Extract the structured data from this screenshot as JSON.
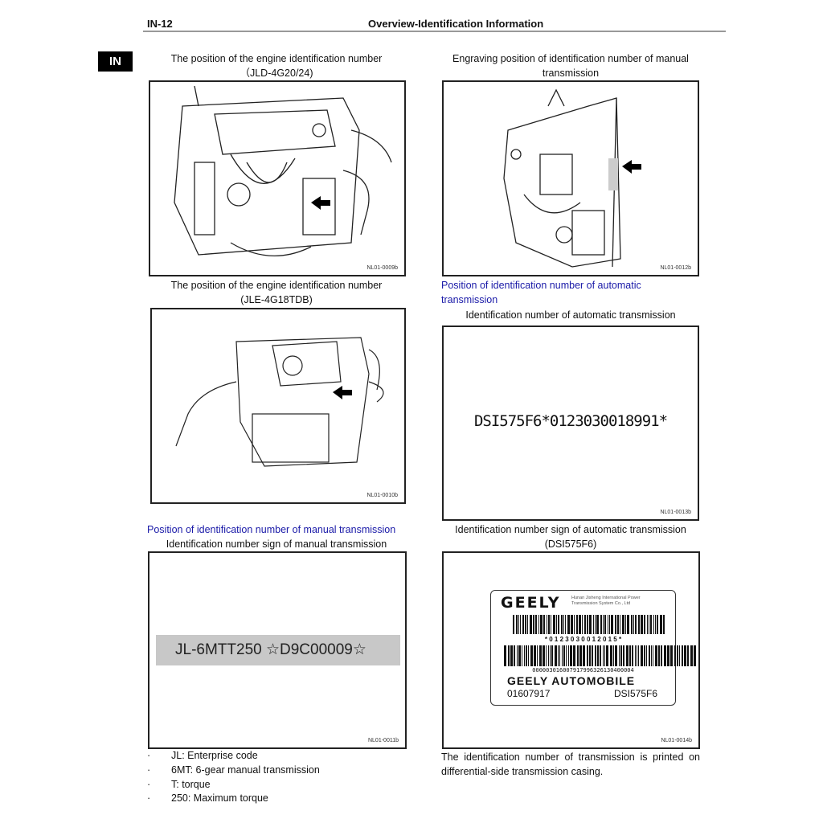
{
  "header": {
    "page": "IN-12",
    "title": "Overview-Identification Information"
  },
  "section_tab": "IN",
  "figures": [
    {
      "caption": [
        "The position of the engine identification number",
        "（JLD-4G20/24)"
      ],
      "code": "NL01-0009b"
    },
    {
      "caption": [
        "Engraving position of identification number of manual",
        "transmission"
      ],
      "code": "NL01-0012b"
    },
    {
      "caption": [
        "The position of the engine identification number",
        "(JLE-4G18TDB)"
      ],
      "code": "NL01-0010b"
    },
    {
      "heading": "Position of identification number of automatic transmission",
      "caption": [
        "Identification number of automatic transmission"
      ],
      "code": "NL01-0013b",
      "stamp": "DSI575F6*0123030018991*"
    },
    {
      "heading": "Position of identification number of manual transmission",
      "caption": [
        "Identification number sign of manual transmission"
      ],
      "code": "NL01-0011b",
      "stamp": "JL-6MTT250 ☆D9C00009☆"
    },
    {
      "caption": [
        "Identification number sign of automatic transmission",
        "(DSI575F6)"
      ],
      "code": "NL01-0014b",
      "label": {
        "brand": "GEELY",
        "company": [
          "Hunan Jisheng International Power",
          "Transmission System Co., Ltd"
        ],
        "barcode1": "* 0 1 2 3 0 3 0 0 1 2 0 1 5 *",
        "barcode2": "000003016007917996326130400004",
        "maker": "GEELY AUTOMOBILE",
        "part": "01607917",
        "model": "DSI575F6"
      }
    }
  ],
  "bullets": [
    "JL: Enterprise code",
    "6MT: 6-gear manual transmission",
    "T: torque",
    "250: Maximum torque"
  ],
  "bullet_mark": "·",
  "note": "The identification number of transmission is printed on differential-side transmission casing."
}
